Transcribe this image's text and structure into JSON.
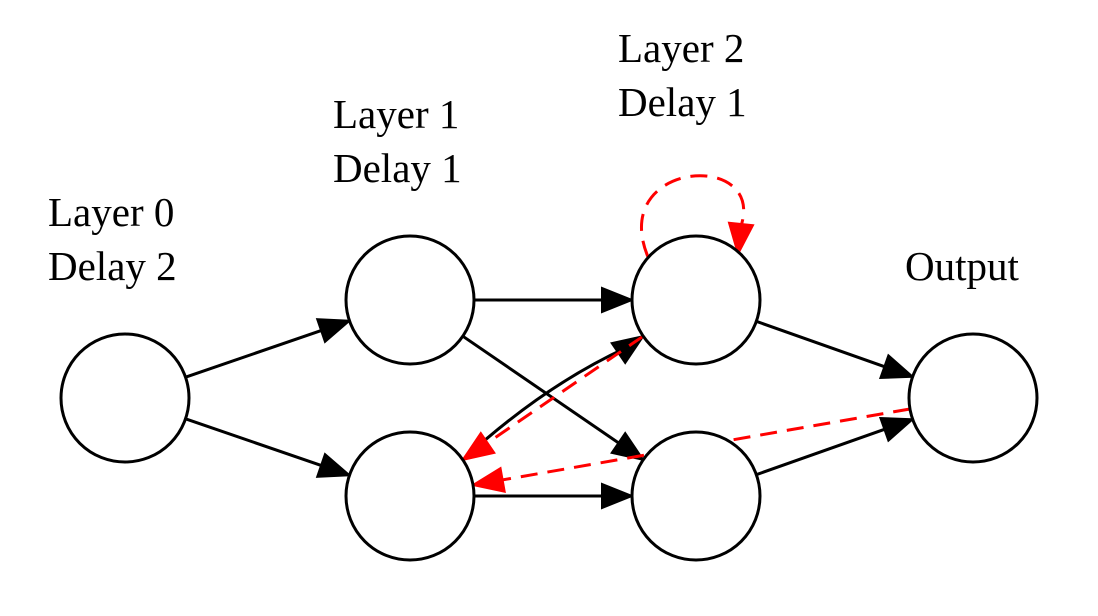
{
  "colors": {
    "background": "#ffffff",
    "node_stroke": "#000000",
    "forward_edge": "#000000",
    "recurrent_edge": "#ff0000"
  },
  "layers": [
    {
      "id": "layer0",
      "name": "Layer 0",
      "delay": "Delay 2"
    },
    {
      "id": "layer1",
      "name": "Layer 1",
      "delay": "Delay 1"
    },
    {
      "id": "layer2",
      "name": "Layer 2",
      "delay": "Delay 1"
    },
    {
      "id": "output",
      "name": "Output"
    }
  ],
  "nodes": [
    {
      "id": "n0",
      "layer": "layer0"
    },
    {
      "id": "n1a",
      "layer": "layer1"
    },
    {
      "id": "n1b",
      "layer": "layer1"
    },
    {
      "id": "n2a",
      "layer": "layer2"
    },
    {
      "id": "n2b",
      "layer": "layer2"
    },
    {
      "id": "nout",
      "layer": "output"
    }
  ],
  "edges": [
    {
      "from": "n0",
      "to": "n1a",
      "style": "solid",
      "color": "#000000"
    },
    {
      "from": "n0",
      "to": "n1b",
      "style": "solid",
      "color": "#000000"
    },
    {
      "from": "n1a",
      "to": "n2a",
      "style": "solid",
      "color": "#000000"
    },
    {
      "from": "n1a",
      "to": "n2b",
      "style": "solid",
      "color": "#000000"
    },
    {
      "from": "n1b",
      "to": "n2a",
      "style": "solid",
      "color": "#000000"
    },
    {
      "from": "n1b",
      "to": "n2b",
      "style": "solid",
      "color": "#000000"
    },
    {
      "from": "n2a",
      "to": "nout",
      "style": "solid",
      "color": "#000000"
    },
    {
      "from": "n2b",
      "to": "nout",
      "style": "solid",
      "color": "#000000"
    },
    {
      "from": "n2a",
      "to": "n2a",
      "style": "dashed",
      "color": "#ff0000"
    },
    {
      "from": "n2a",
      "to": "n1b",
      "style": "dashed",
      "color": "#ff0000"
    },
    {
      "from": "nout",
      "to": "n1b",
      "style": "dashed",
      "color": "#ff0000"
    }
  ]
}
